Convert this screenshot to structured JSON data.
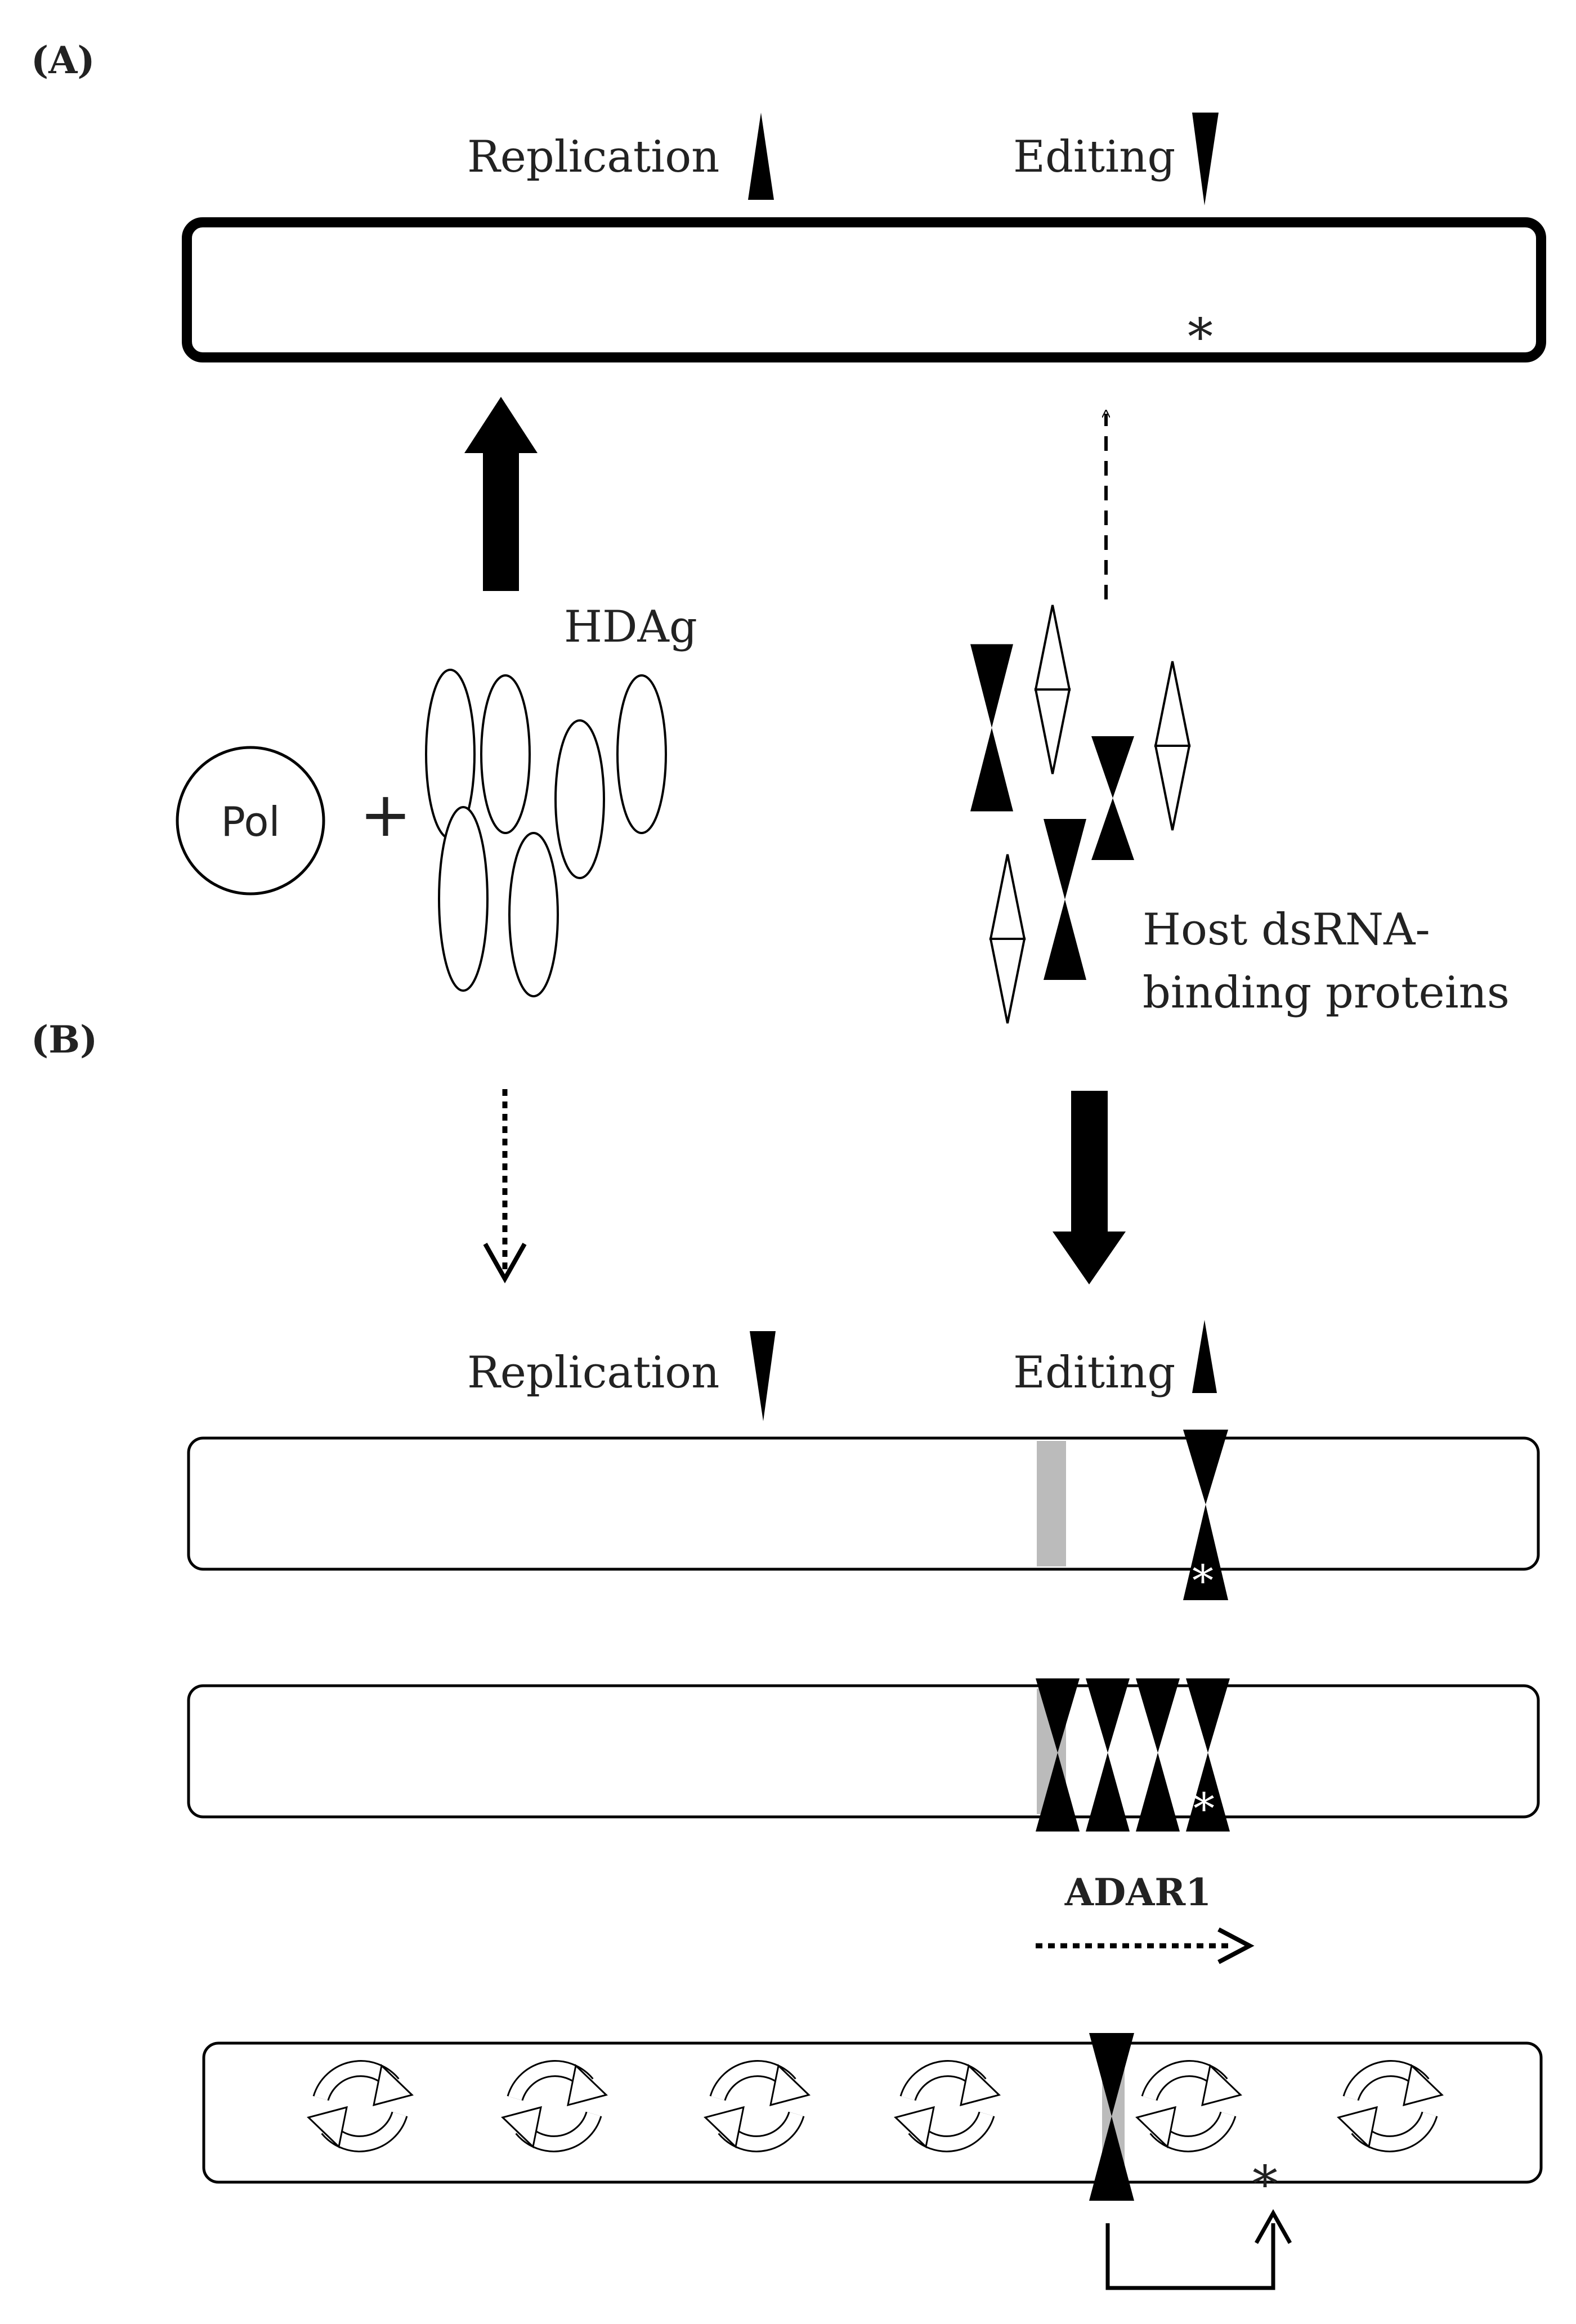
{
  "panels": {
    "a": {
      "label": "(A)"
    },
    "b": {
      "label": "(B)"
    }
  },
  "labels": {
    "replication": "Replication",
    "editing": "Editing",
    "hdag": "HDAg",
    "pol": "Pol",
    "plus": "+",
    "host_line1": "Host dsRNA-",
    "host_line2": "binding proteins",
    "adar1": "ADAR1",
    "asterisk": "*"
  },
  "colors": {
    "ink": "#000000",
    "gray_band": "#bbbbbb",
    "background": "#ffffff"
  },
  "icons": {
    "arrow_up": "triangle-up-icon",
    "arrow_down": "triangle-down-icon",
    "hdag": "ellipse-icon",
    "dsrbp": "bowtie-icon",
    "cycle": "circular-arrows-icon"
  }
}
